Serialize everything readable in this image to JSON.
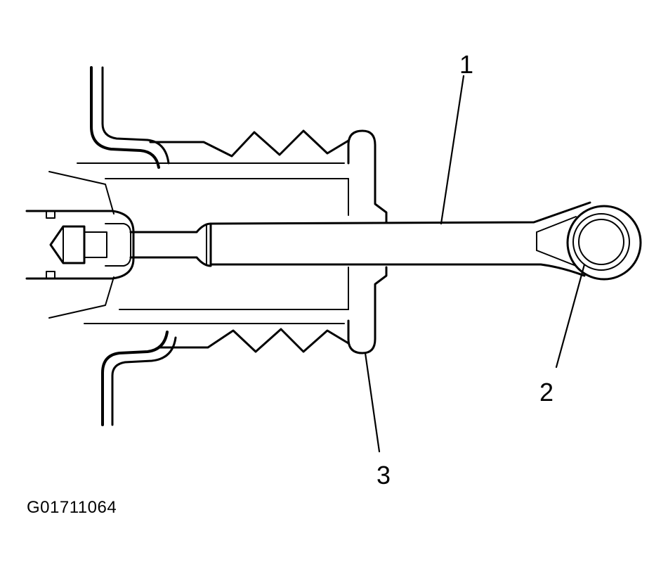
{
  "callouts": {
    "one": "1",
    "two": "2",
    "three": "3"
  },
  "figure_id": "G01711064",
  "colors": {
    "ink": "#000000",
    "background": "#ffffff"
  }
}
